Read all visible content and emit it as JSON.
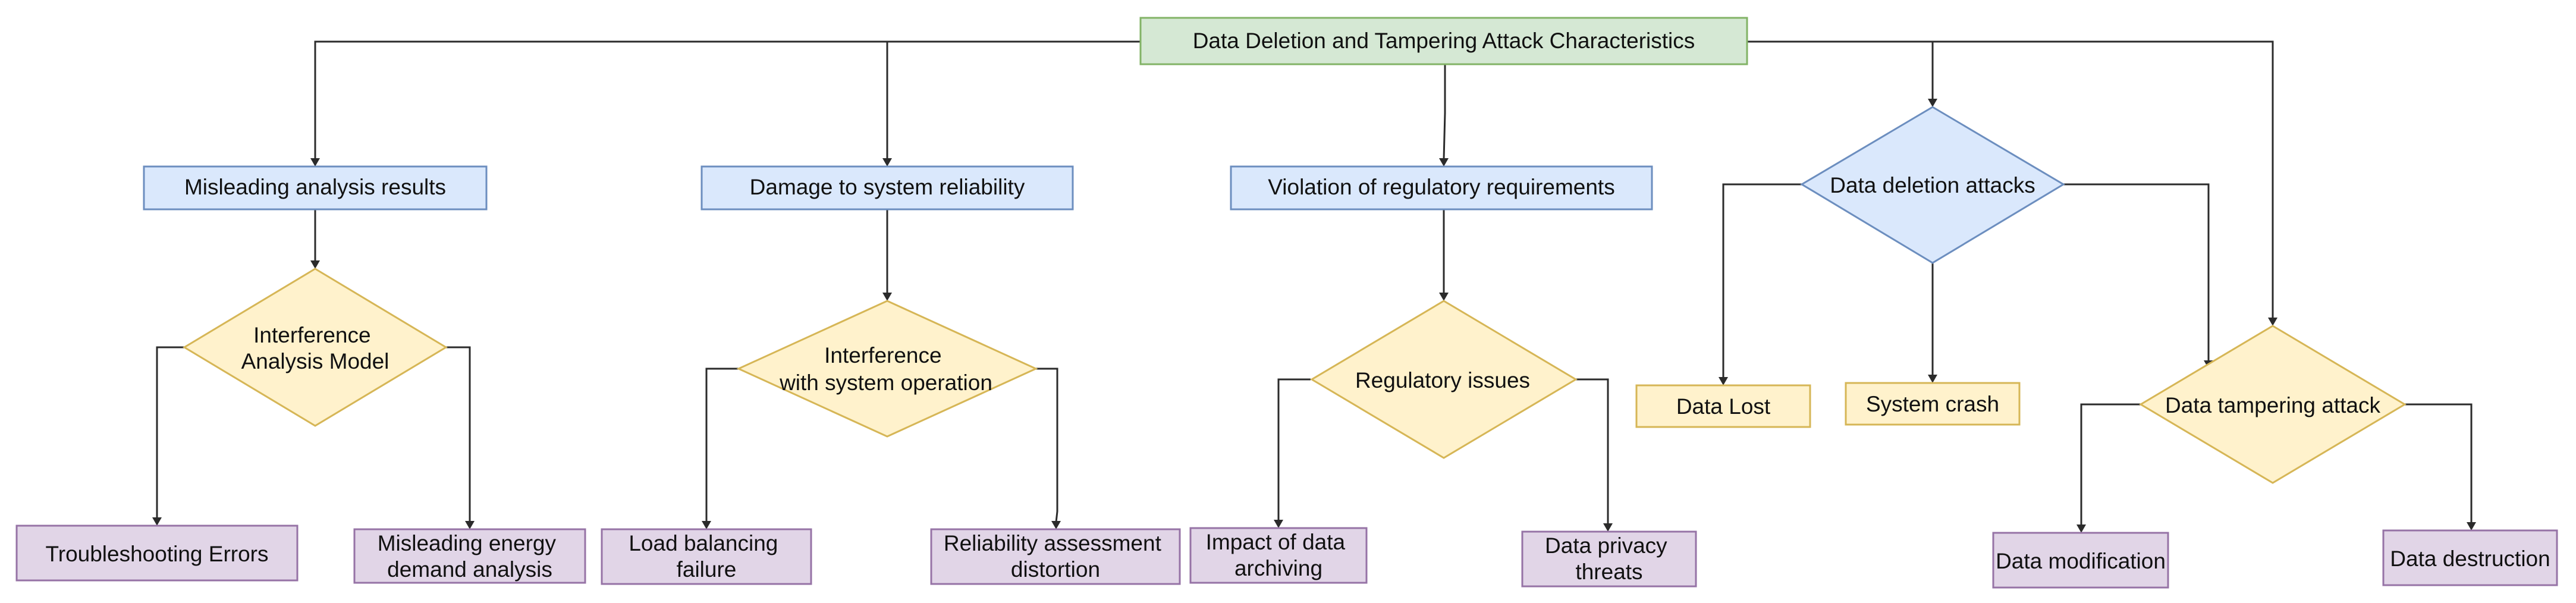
{
  "palette": {
    "root_fill": "#d5e8d4",
    "root_stroke": "#82b366",
    "blue_fill": "#dae8fc",
    "blue_stroke": "#6c8ebf",
    "yellow_fill": "#fff2cc",
    "yellow_stroke": "#d6b656",
    "purple_fill": "#e1d5e7",
    "purple_stroke": "#9673a6",
    "edge": "#2b2b2b"
  },
  "root": {
    "label": "Data Deletion and Tampering Attack Characteristics"
  },
  "effects": {
    "misleading_analysis": {
      "label": "Misleading analysis results"
    },
    "system_reliability": {
      "label": "Damage to system reliability"
    },
    "regulatory_violation": {
      "label": "Violation of regulatory requirements"
    }
  },
  "decisions": {
    "interference_model": {
      "lines": [
        "Interference",
        "Analysis Model"
      ]
    },
    "interference_operation": {
      "lines": [
        "Interference",
        "with system operation"
      ]
    },
    "regulatory_issues": {
      "lines": [
        "Regulatory issues"
      ]
    },
    "deletion_attacks": {
      "lines": [
        "Data deletion attacks"
      ]
    },
    "tampering_attack": {
      "lines": [
        "Data tampering attack"
      ]
    }
  },
  "outcomes": {
    "troubleshooting": {
      "lines": [
        "Troubleshooting Errors"
      ]
    },
    "energy_demand": {
      "lines": [
        "Misleading energy",
        "demand analysis"
      ]
    },
    "load_balancing": {
      "lines": [
        "Load balancing",
        "failure"
      ]
    },
    "reliability_assessment": {
      "lines": [
        "Reliability assessment",
        "distortion"
      ]
    },
    "archiving": {
      "lines": [
        "Impact of data",
        "archiving"
      ]
    },
    "privacy": {
      "lines": [
        "Data privacy",
        "threats"
      ]
    },
    "data_lost": {
      "lines": [
        "Data Lost"
      ]
    },
    "system_crash": {
      "lines": [
        "System crash"
      ]
    },
    "modification": {
      "lines": [
        "Data modification"
      ]
    },
    "destruction": {
      "lines": [
        "Data destruction"
      ]
    }
  }
}
